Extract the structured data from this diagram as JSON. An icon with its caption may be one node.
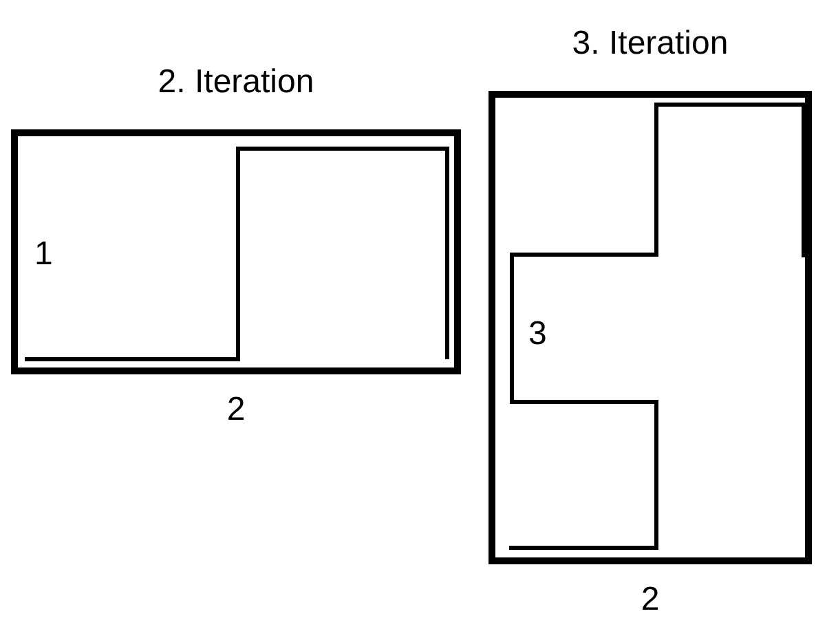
{
  "diagram": {
    "nodes": [
      {
        "text": [
          "2. Iteration",
          "1"
        ],
        "beside": [
          "2"
        ]
      },
      {
        "text": [
          "3. Iteration",
          "3"
        ],
        "beside": [
          "2"
        ]
      }
    ]
  }
}
